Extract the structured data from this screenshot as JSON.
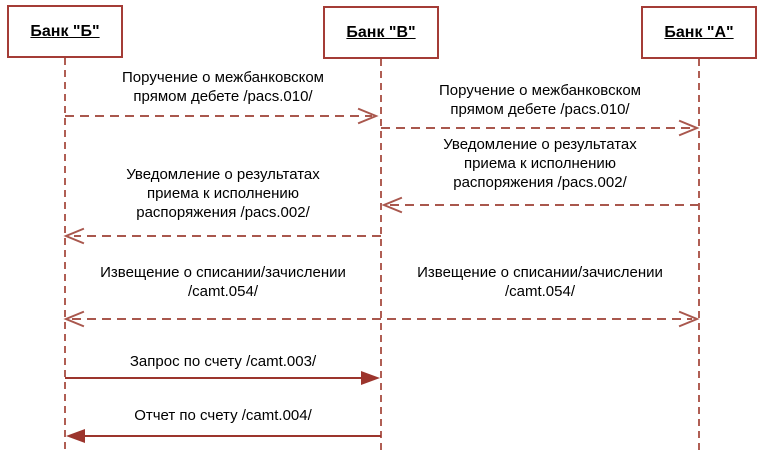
{
  "diagram_type": "sequence-diagram",
  "colors": {
    "actor_border": "#a43c36",
    "dashed_line": "#a9574d",
    "lifeline": "#b05e54",
    "solid_arrow": "#9c352d",
    "text": "#000000",
    "background": "#ffffff"
  },
  "actors": [
    {
      "label": "Банк \"Б\""
    },
    {
      "label": "Банк \"В\""
    },
    {
      "label": "Банк \"А\""
    }
  ],
  "messages": [
    {
      "from": "Банк \"Б\"",
      "to": "Банк \"В\"",
      "style": "dashed",
      "label": "Поручение о межбанковском\nпрямом дебете /pacs.010/"
    },
    {
      "from": "Банк \"В\"",
      "to": "Банк \"А\"",
      "style": "dashed",
      "label": "Поручение о межбанковском\nпрямом дебете /pacs.010/"
    },
    {
      "from": "Банк \"А\"",
      "to": "Банк \"В\"",
      "style": "dashed",
      "label": "Уведомление о результатах\nприема к исполнению\nраспоряжения /pacs.002/"
    },
    {
      "from": "Банк \"В\"",
      "to": "Банк \"Б\"",
      "style": "dashed",
      "label": "Уведомление о результатах\nприема к исполнению\nраспоряжения /pacs.002/"
    },
    {
      "from": "Банк \"В\"",
      "to": "Банк \"Б\"",
      "style": "dashed",
      "label": "Извещение о списании/зачислении\n/camt.054/"
    },
    {
      "from": "Банк \"В\"",
      "to": "Банк \"А\"",
      "style": "dashed",
      "label": "Извещение о списании/зачислении\n/camt.054/"
    },
    {
      "from": "Банк \"Б\"",
      "to": "Банк \"В\"",
      "style": "solid",
      "label": "Запрос по счету /camt.003/"
    },
    {
      "from": "Банк \"В\"",
      "to": "Банк \"Б\"",
      "style": "solid",
      "label": "Отчет по счету /camt.004/"
    }
  ]
}
